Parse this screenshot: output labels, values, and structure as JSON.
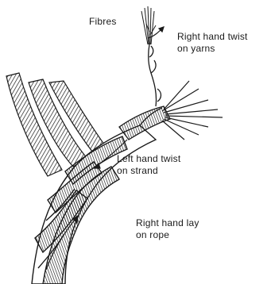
{
  "labels": {
    "fibres": "Fibres",
    "yarn_twist": [
      "Right hand  twist",
      "on yarns"
    ],
    "strand_twist": [
      "Left hand twist",
      "on strand"
    ],
    "rope_lay": [
      "Right hand lay",
      "on rope"
    ]
  },
  "colors": {
    "ink": "#1a1a1a",
    "paper": "#ffffff"
  }
}
